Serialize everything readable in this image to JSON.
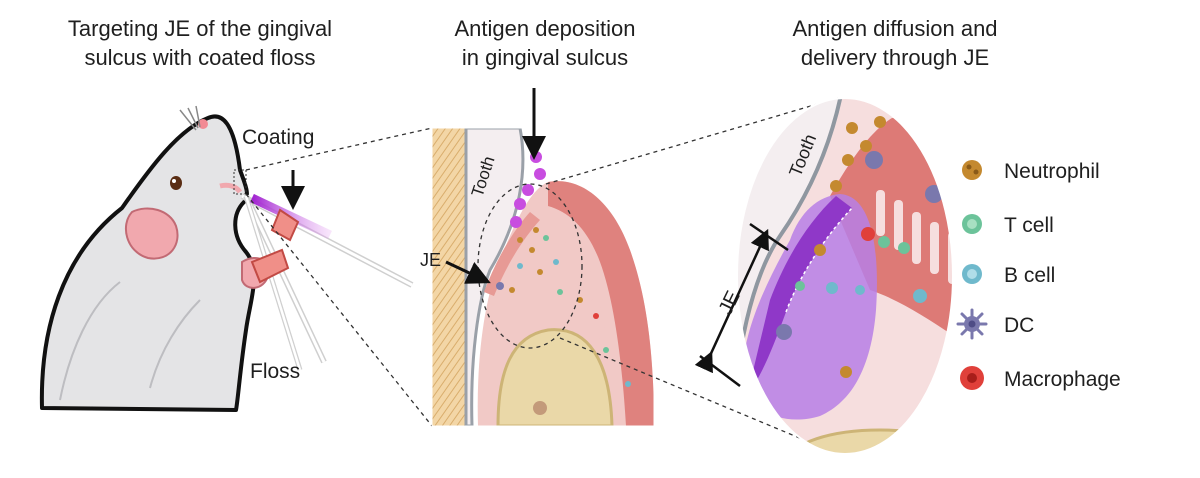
{
  "panels": [
    {
      "title_line1": "Targeting JE of the gingival",
      "title_line2": "sulcus with coated floss"
    },
    {
      "title_line1": "Antigen deposition",
      "title_line2": "in gingival sulcus"
    },
    {
      "title_line1": "Antigen diffusion and",
      "title_line2": "delivery through JE"
    }
  ],
  "labels": {
    "coating": "Coating",
    "floss": "Floss",
    "tooth": "Tooth",
    "je": "JE"
  },
  "legend": [
    {
      "label": "Neutrophil",
      "color": "#c4892f",
      "icon": "neutrophil-icon"
    },
    {
      "label": "T cell",
      "color": "#6cc39a",
      "icon": "t-cell-icon"
    },
    {
      "label": "B cell",
      "color": "#6fb9cc",
      "icon": "b-cell-icon"
    },
    {
      "label": "DC",
      "color": "#7a78ad",
      "icon": "dc-icon"
    },
    {
      "label": "Macrophage",
      "color": "#e0403a",
      "icon": "macrophage-icon"
    }
  ],
  "colors": {
    "gingiva": "#f1c9c6",
    "epithelium": "#dd7a76",
    "antigen": "#c84de0",
    "tooth": "#f3eff0",
    "bone": "#ead8a8"
  }
}
